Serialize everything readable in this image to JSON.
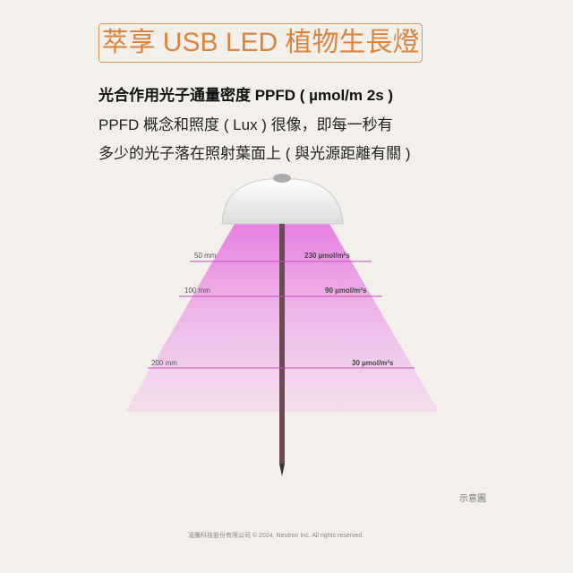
{
  "title": "萃享 USB LED 植物生長燈",
  "heading": "光合作用光子通量密度 PPFD ( µmol/m 2s )",
  "lines": [
    "PPFD 概念和照度 ( Lux ) 很像，即每一秒有",
    "多少的光子落在照射葉面上 ( 與光源距離有關 )"
  ],
  "measurements": [
    {
      "distance": "50 mm",
      "ppfd": "230 µmol/m²s"
    },
    {
      "distance": "100 mm",
      "ppfd": "90 µmol/m²s"
    },
    {
      "distance": "200 mm",
      "ppfd": "30 µmol/m²s"
    }
  ],
  "note": "示意圖",
  "footer": "凌騰科技股份有限公司 © 2024, Neutron Inc. All rights reserved.",
  "colors": {
    "accent": "#d9853f",
    "beam": "#e98ce0"
  }
}
